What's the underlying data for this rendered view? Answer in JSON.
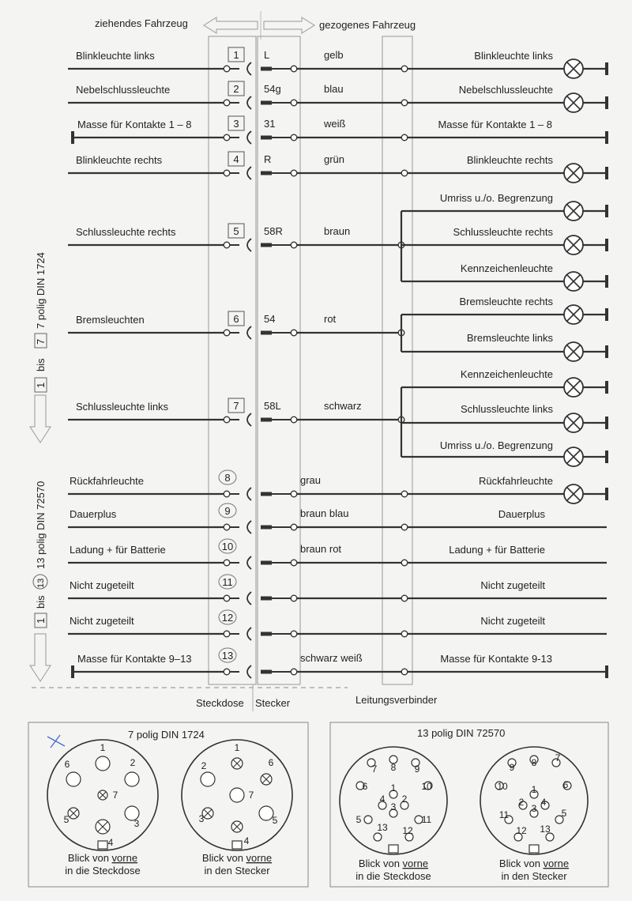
{
  "header": {
    "left_label": "ziehendes Fahrzeug",
    "right_label": "gezogenes Fahrzeug"
  },
  "rows": [
    {
      "num": "1",
      "pin": "L",
      "color": "gelb",
      "left": "Blinkleuchte links",
      "right": [
        "Blinkleuchte links"
      ],
      "lamp": true,
      "left_ground": false
    },
    {
      "num": "2",
      "pin": "54g",
      "color": "blau",
      "left": "Nebelschlussleuchte",
      "right": [
        "Nebelschlussleuchte"
      ],
      "lamp": true,
      "left_ground": false
    },
    {
      "num": "3",
      "pin": "31",
      "color": "weiß",
      "left": "Masse für Kontakte 1 – 8",
      "right": [
        "Masse für Kontakte 1 – 8"
      ],
      "lamp": false,
      "left_ground": true
    },
    {
      "num": "4",
      "pin": "R",
      "color": "grün",
      "left": "Blinkleuchte rechts",
      "right": [
        "Blinkleuchte rechts"
      ],
      "lamp": true,
      "left_ground": false
    },
    {
      "num": "5",
      "pin": "58R",
      "color": "braun",
      "left": "Schlussleuchte rechts",
      "right": [
        "Umriss u./o. Begrenzung",
        "Schlussleuchte rechts",
        "Kennzeichenleuchte"
      ],
      "lamp": true,
      "left_ground": false
    },
    {
      "num": "6",
      "pin": "54",
      "color": "rot",
      "left": "Bremsleuchten",
      "right": [
        "Bremsleuchte rechts",
        "Bremsleuchte links"
      ],
      "lamp": true,
      "left_ground": false
    },
    {
      "num": "7",
      "pin": "58L",
      "color": "schwarz",
      "left": "Schlussleuchte links",
      "right": [
        "Kennzeichenleuchte",
        "Schlussleuchte links",
        "Umriss u./o. Begrenzung"
      ],
      "lamp": true,
      "left_ground": false
    },
    {
      "num": "8",
      "pin": "",
      "color": "grau",
      "left": "Rückfahrleuchte",
      "right": [
        "Rückfahrleuchte"
      ],
      "lamp": true,
      "left_ground": false
    },
    {
      "num": "9",
      "pin": "",
      "color": "braun blau",
      "left": "Dauerplus",
      "right": [
        "Dauerplus"
      ],
      "lamp": false,
      "left_ground": false
    },
    {
      "num": "10",
      "pin": "",
      "color": "braun rot",
      "left": "Ladung + für Batterie",
      "right": [
        "Ladung + für Batterie"
      ],
      "lamp": false,
      "left_ground": false
    },
    {
      "num": "11",
      "pin": "",
      "color": "",
      "left": "Nicht zugeteilt",
      "right": [
        "Nicht zugeteilt"
      ],
      "lamp": false,
      "left_ground": false
    },
    {
      "num": "12",
      "pin": "",
      "color": "",
      "left": "Nicht zugeteilt",
      "right": [
        "Nicht zugeteilt"
      ],
      "lamp": false,
      "left_ground": false
    },
    {
      "num": "13",
      "pin": "",
      "color": "schwarz weiß",
      "left": "Masse für Kontakte 9–13",
      "right": [
        "Masse für Kontakte 9-13"
      ],
      "lamp": false,
      "left_ground": true
    }
  ],
  "side_labels": {
    "seven_pin": "7 polig DIN 1724",
    "thirteen_pin": "13 polig DIN 72570",
    "bis": "bis",
    "from_one": "1",
    "to_seven": "7",
    "to_thirteen": "13"
  },
  "bottom_labels": {
    "steckdose": "Steckdose",
    "stecker": "Stecker",
    "leitungsverbinder": "Leitungsverbinder"
  },
  "pinouts": {
    "seven_title": "7 polig DIN 1724",
    "thirteen_title": "13 polig DIN 72570",
    "views": [
      {
        "line1_pre": "Blick von ",
        "line1_u": "vorne",
        "line2": "in die Steckdose"
      },
      {
        "line1_pre": "Blick von ",
        "line1_u": "vorne",
        "line2": "in den Stecker"
      },
      {
        "line1_pre": "Blick von ",
        "line1_u": "vorne",
        "line2": "in die Steckdose"
      },
      {
        "line1_pre": "Blick von ",
        "line1_u": "vorne",
        "line2": "in den Stecker"
      }
    ],
    "seven_socket_labels": [
      "1",
      "2",
      "3",
      "4",
      "5",
      "6",
      "7"
    ],
    "seven_plug_labels": [
      "1",
      "2",
      "3",
      "4",
      "5",
      "6",
      "7"
    ],
    "thirteen_socket_labels": [
      "1",
      "2",
      "3",
      "4",
      "5",
      "6",
      "7",
      "8",
      "9",
      "10",
      "11",
      "12",
      "13"
    ],
    "thirteen_plug_labels": [
      "1",
      "2",
      "3",
      "4",
      "5",
      "6",
      "7",
      "8",
      "9",
      "10",
      "11",
      "12",
      "13"
    ]
  }
}
